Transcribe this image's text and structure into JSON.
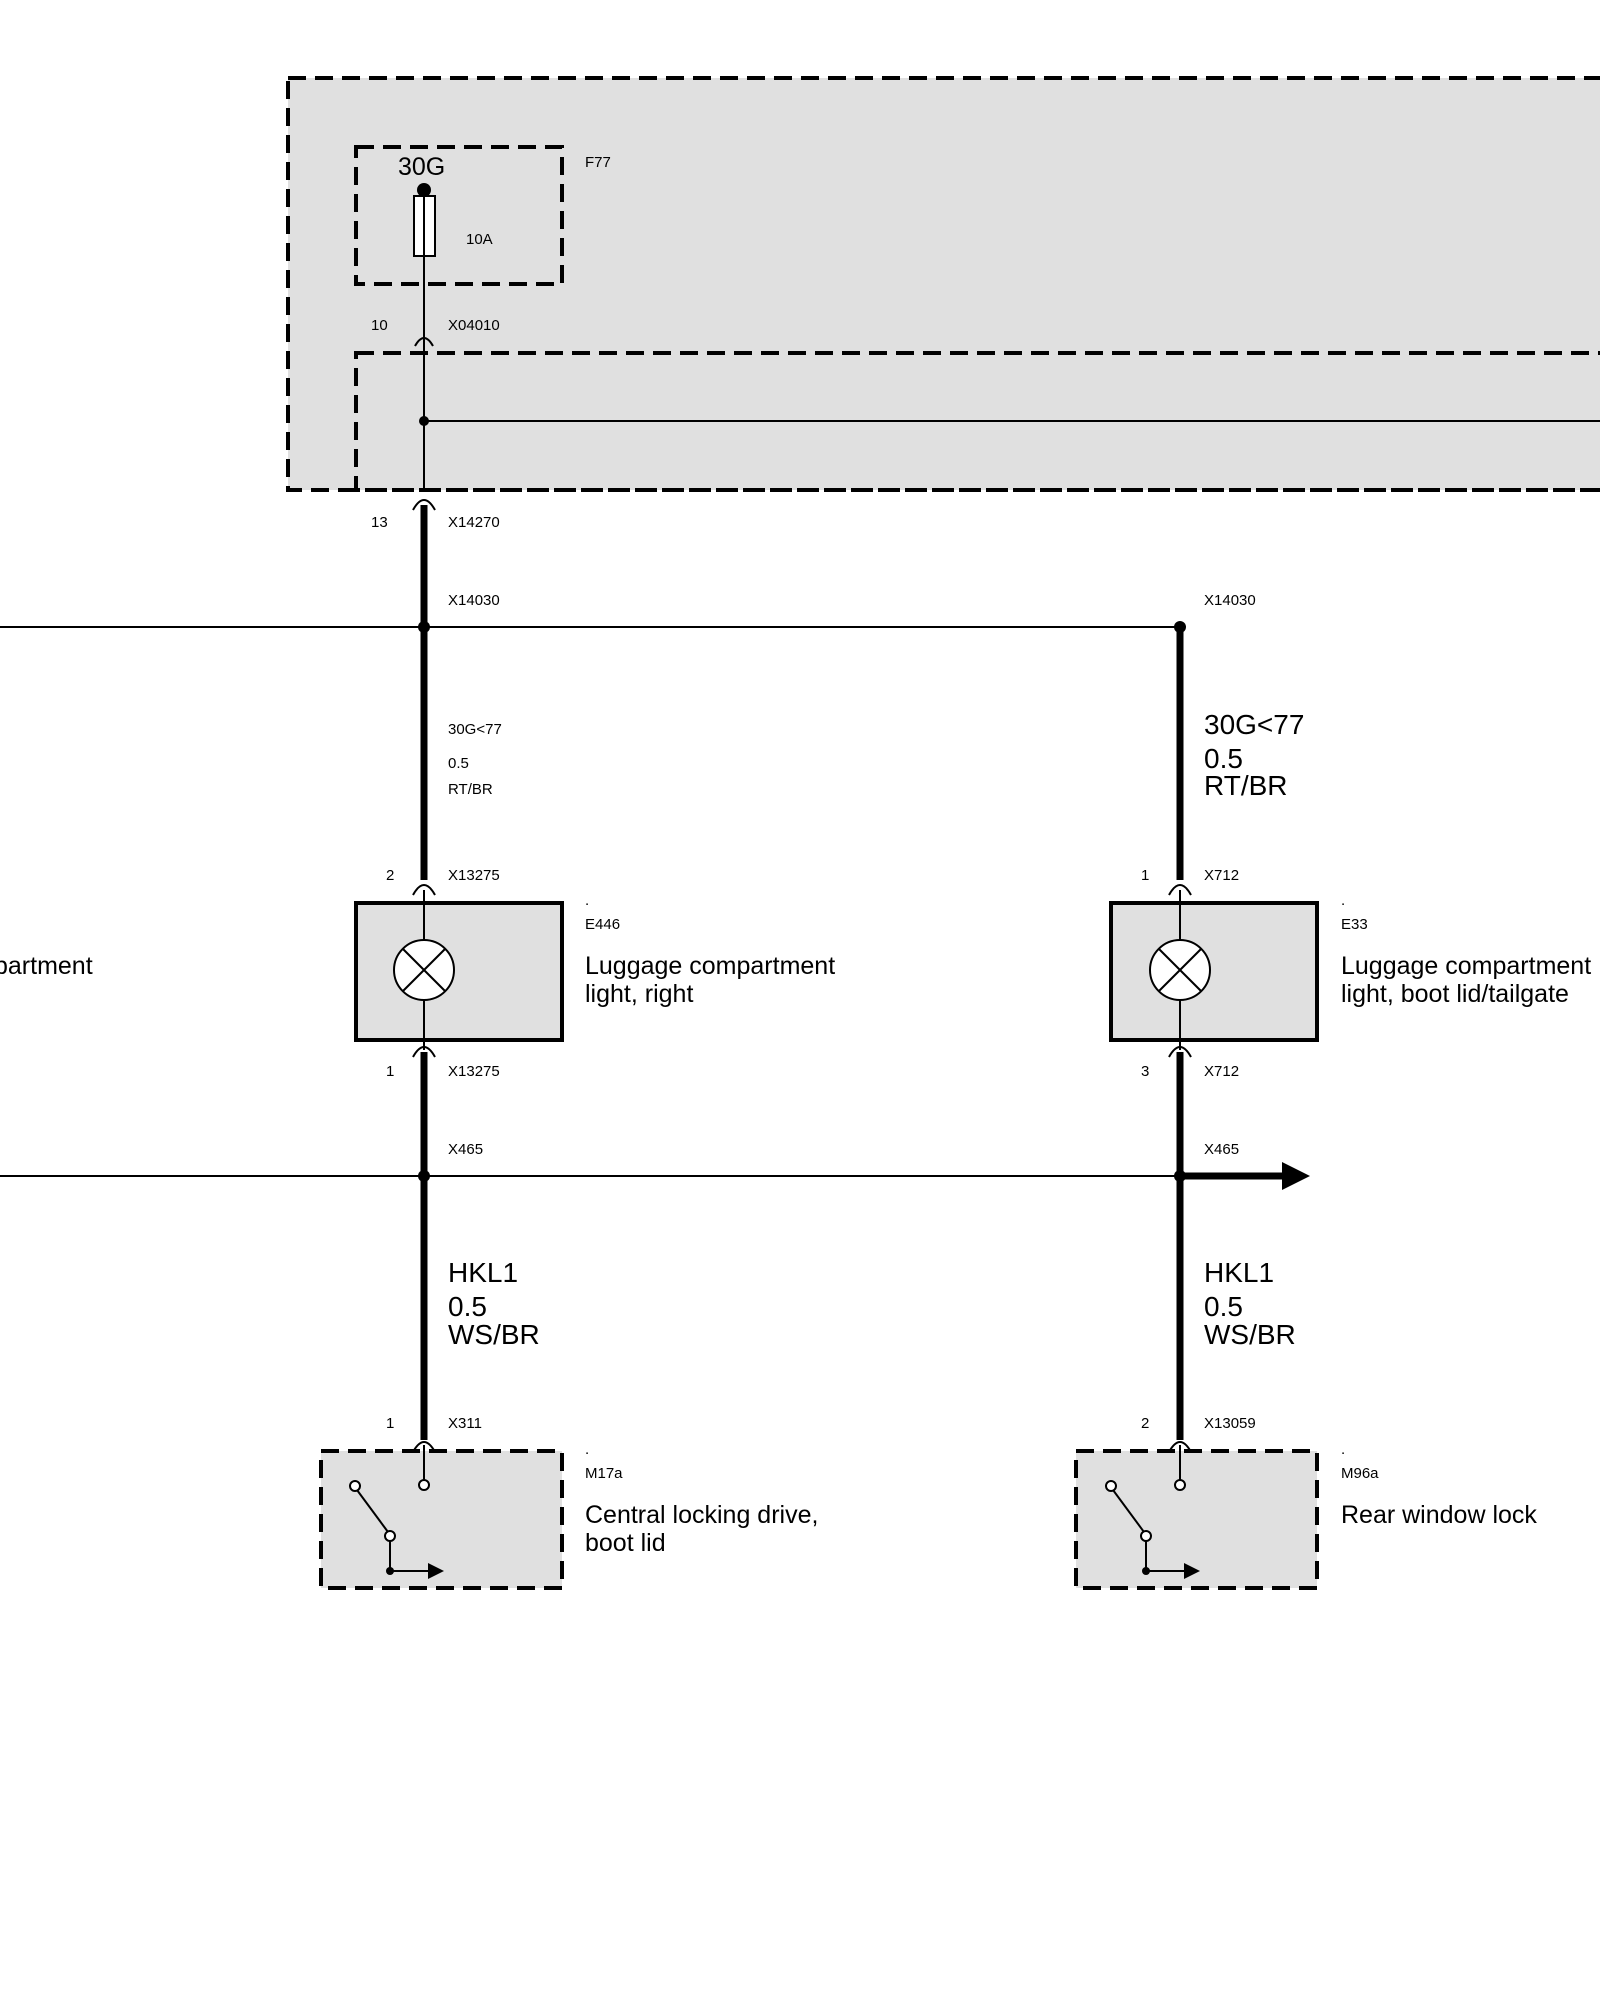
{
  "labels": {
    "fuse_terminal": "30G",
    "fuse_id": "F77",
    "fuse_rating": "10A",
    "pin_10": "10",
    "conn_x04010": "X04010",
    "pin_13": "13",
    "conn_x14270": "X14270",
    "splice_left": "X14030",
    "splice_right": "X14030",
    "wire_left_1": "30G<77",
    "wire_left_2": "0.5",
    "wire_left_3": "RT/BR",
    "wire_right_1": "30G<77",
    "wire_right_2": "0.5",
    "wire_right_3": "RT/BR",
    "pin_e446_top": "2",
    "conn_x13275_top": "X13275",
    "pin_e33_top": "1",
    "conn_x712_top": "X712",
    "dot_e446": ".",
    "e446_id": "E446",
    "e446_name_1": "Luggage compartment",
    "e446_name_2": "light, right",
    "dot_e33": ".",
    "e33_id": "E33",
    "e33_name_1": "Luggage compartment",
    "e33_name_2": "light, boot lid/tailgate",
    "left_cut_label": "partment",
    "pin_e446_bottom": "1",
    "conn_x13275_bottom": "X13275",
    "pin_e33_bottom": "3",
    "conn_x712_bottom": "X712",
    "splice_x465_left": "X465",
    "splice_x465_right": "X465",
    "wire_hkl_left_1": "HKL1",
    "wire_hkl_left_2": "0.5",
    "wire_hkl_left_3": "WS/BR",
    "wire_hkl_right_1": "HKL1",
    "wire_hkl_right_2": "0.5",
    "wire_hkl_right_3": "WS/BR",
    "pin_m17a": "1",
    "conn_x311": "X311",
    "pin_m96a": "2",
    "conn_x13059": "X13059",
    "dot_m17a": ".",
    "m17a_id": "M17a",
    "m17a_name_1": "Central locking drive,",
    "m17a_name_2": "boot lid",
    "dot_m96a": ".",
    "m96a_id": "M96a",
    "m96a_name": "Rear window lock"
  }
}
